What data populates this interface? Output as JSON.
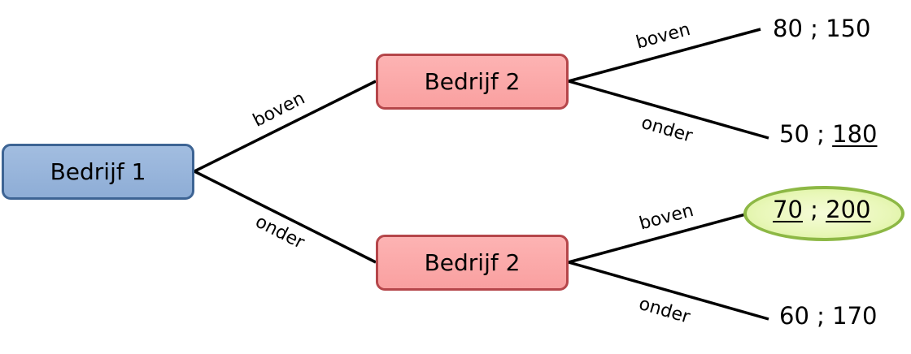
{
  "nodes": {
    "root": "Bedrijf 1",
    "top": "Bedrijf 2",
    "bottom": "Bedrijf 2"
  },
  "edges": {
    "root_top": "boven",
    "root_bottom": "onder",
    "top_up": "boven",
    "top_down": "onder",
    "bottom_up": "boven",
    "bottom_down": "onder"
  },
  "payoffs": [
    {
      "a": "80",
      "sep": " ; ",
      "b": "150",
      "a_underlined": false,
      "b_underlined": false
    },
    {
      "a": "50",
      "sep": " ; ",
      "b": "180",
      "a_underlined": false,
      "b_underlined": true
    },
    {
      "a": "70",
      "sep": " ; ",
      "b": "200",
      "a_underlined": true,
      "b_underlined": true,
      "highlighted": true
    },
    {
      "a": "60",
      "sep": " ; ",
      "b": "170",
      "a_underlined": false,
      "b_underlined": false
    }
  ],
  "colors": {
    "root_fill": "#95b3d7",
    "root_border": "#3d6494",
    "company2_fill": "#fba9a9",
    "company2_border": "#b5464a",
    "highlight_fill": "#e8f7b7",
    "highlight_border": "#8db845"
  }
}
